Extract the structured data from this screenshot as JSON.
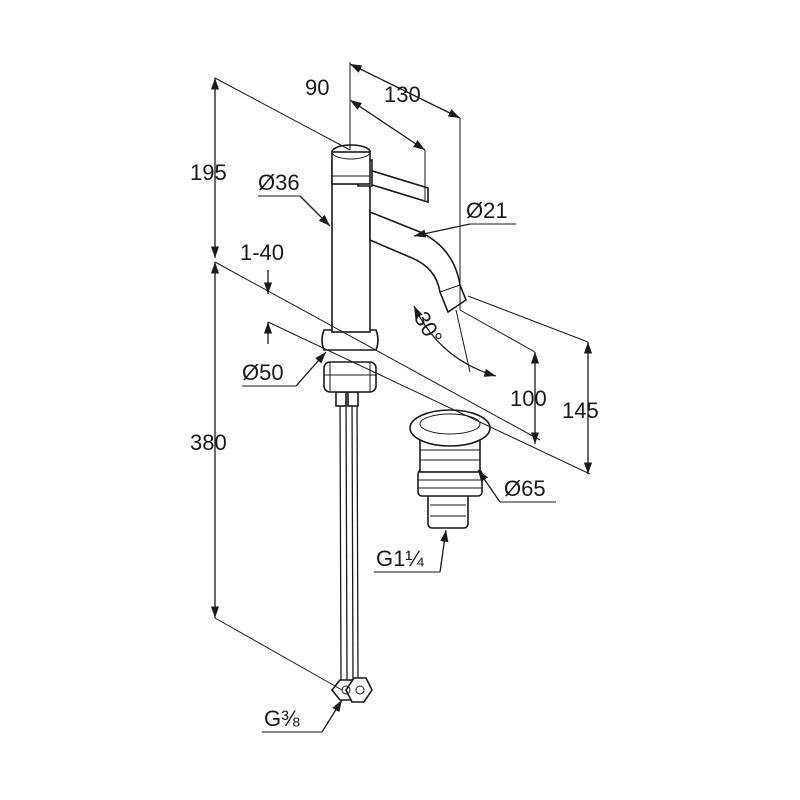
{
  "dimensions": {
    "d90": "90",
    "d130": "130",
    "d195": "195",
    "d36": "Ø36",
    "d21": "Ø21",
    "d1_40": "1-40",
    "d30": "30°",
    "d50": "Ø50",
    "d100": "100",
    "d145": "145",
    "d380": "380",
    "d65": "Ø65",
    "g114": "G1¼",
    "g38": "G⅜"
  },
  "colors": {
    "line": "#1a1a1a",
    "background": "#ffffff"
  }
}
